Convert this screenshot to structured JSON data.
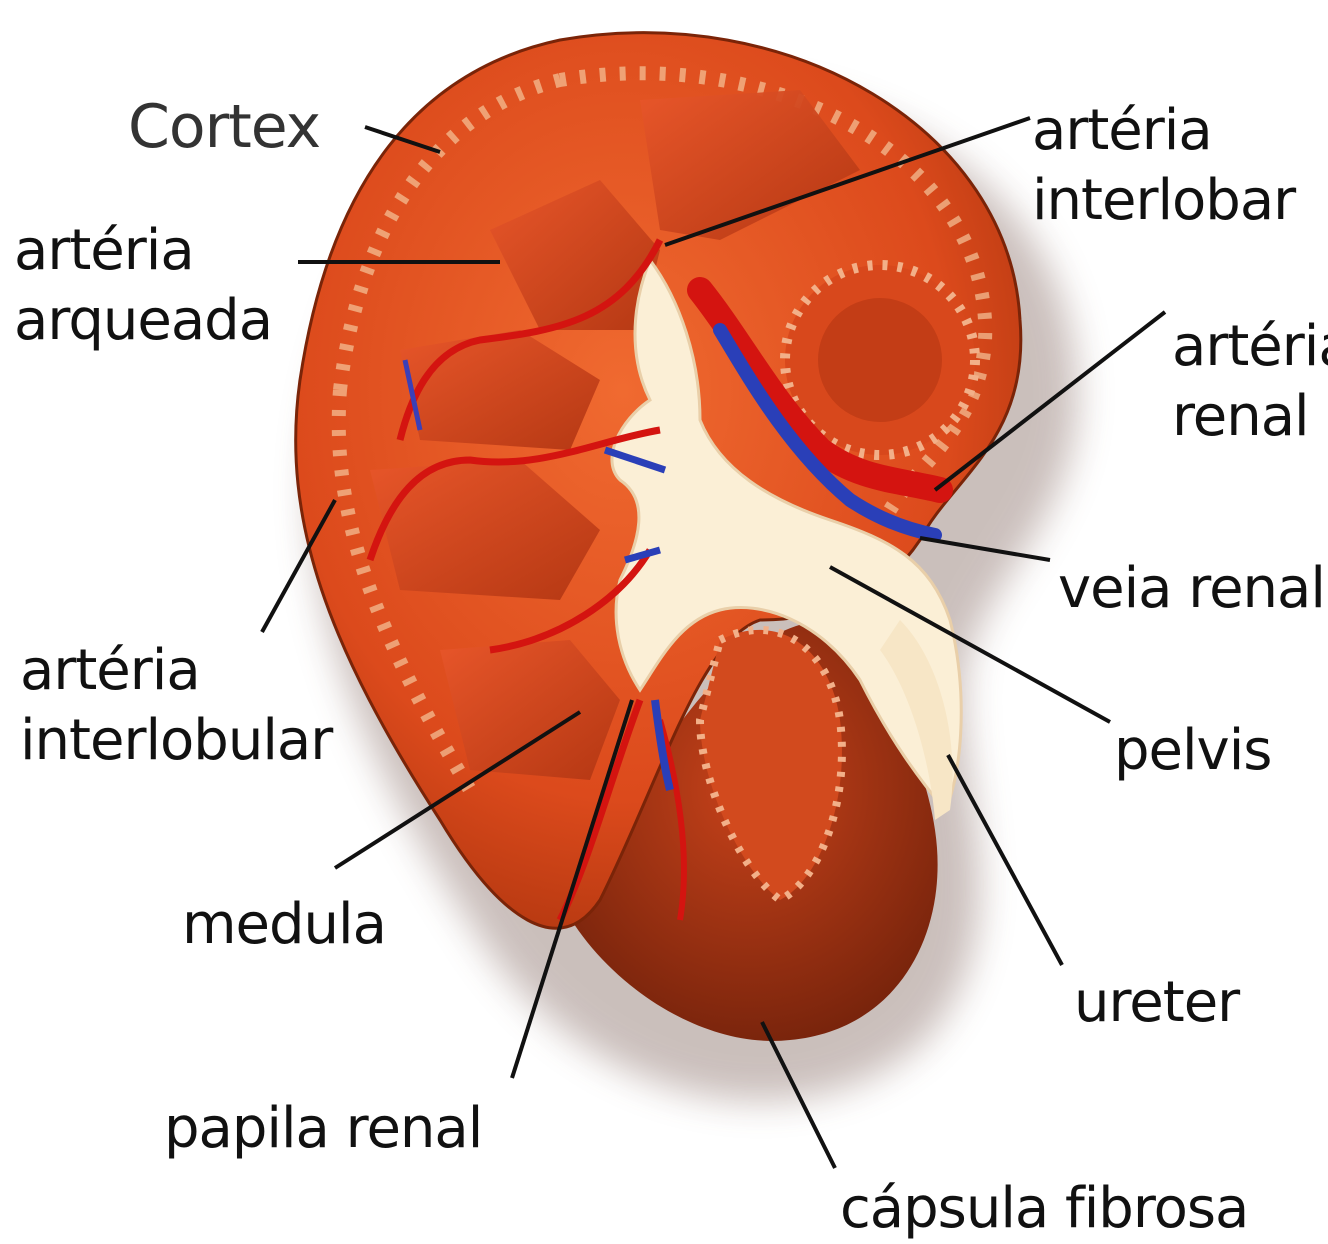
{
  "labels": {
    "cortex": "Cortex",
    "arteria_interlobar": [
      "artéria",
      "interlobar"
    ],
    "arteria_arqueada": [
      "artéria",
      "arqueada"
    ],
    "arteria_renal": [
      "artéria",
      "renal"
    ],
    "veia_renal": "veia renal",
    "arteria_interlobular": [
      "artéria",
      "interlobular"
    ],
    "pelvis": "pelvis",
    "medula": "medula",
    "ureter": "ureter",
    "papila_renal": "papila renal",
    "capsula_fibrosa": "cápsula fibrosa"
  },
  "colors": {
    "cortex": "#e04a1c",
    "capsule": "#8a2a10",
    "medulla": "#c8431a",
    "sinus": "#fbefd6",
    "artery": "#d41410",
    "vein": "#2a3fb8",
    "leader": "#111111"
  }
}
